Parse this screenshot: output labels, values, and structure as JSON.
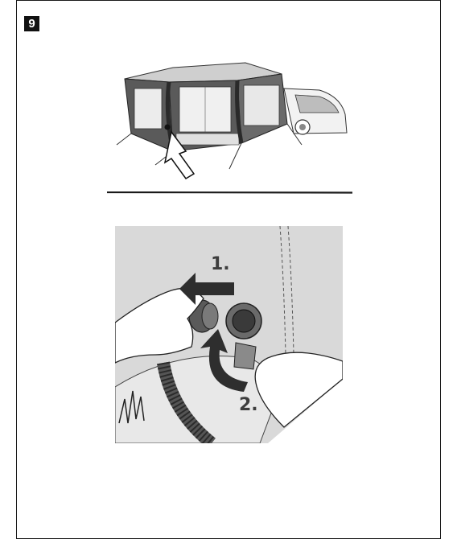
{
  "step": {
    "number": "9"
  },
  "detail": {
    "step_one": "1.",
    "step_two": "2."
  },
  "colors": {
    "awning_dark": "#4a4a4a",
    "panel_light": "#dcdcdc",
    "background_gray": "#d9d9d9",
    "arrow": "#2e2e2e"
  }
}
